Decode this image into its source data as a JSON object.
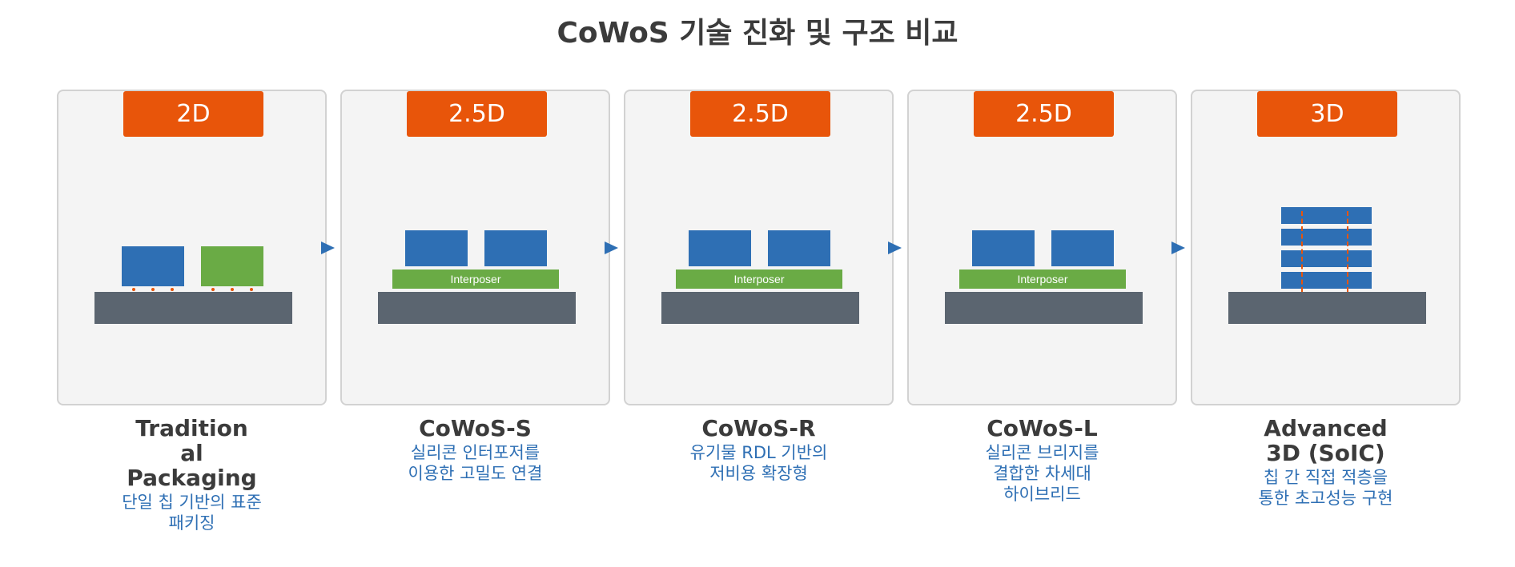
{
  "title": "CoWoS 기술 진화 및 구조 비교",
  "colors": {
    "badge": "#e8550a",
    "chip_blue": "#2e6fb4",
    "chip_green": "#6aab45",
    "substrate": "#5b6570",
    "card_bg": "#f4f4f4",
    "arrow": "#2e6fb4"
  },
  "stages": [
    {
      "badge": "2D",
      "name_lines": [
        "Tradition",
        "al",
        "Packaging"
      ],
      "desc_lines": [
        "단일 칩 기반의 표준",
        "패키징"
      ]
    },
    {
      "badge": "2.5D",
      "interposer_label": "Interposer",
      "name_lines": [
        "CoWoS-S"
      ],
      "desc_lines": [
        "실리콘 인터포저를",
        "이용한 고밀도 연결"
      ]
    },
    {
      "badge": "2.5D",
      "interposer_label": "Interposer",
      "name_lines": [
        "CoWoS-R"
      ],
      "desc_lines": [
        "유기물 RDL 기반의",
        "저비용 확장형"
      ]
    },
    {
      "badge": "2.5D",
      "interposer_label": "Interposer",
      "name_lines": [
        "CoWoS-L"
      ],
      "desc_lines": [
        "실리콘 브리지를",
        "결합한 차세대",
        "하이브리드"
      ]
    },
    {
      "badge": "3D",
      "name_lines": [
        "Advanced",
        "3D (SoIC)"
      ],
      "desc_lines": [
        "칩 간 직접 적층을",
        "통한 초고성능 구현"
      ]
    }
  ]
}
